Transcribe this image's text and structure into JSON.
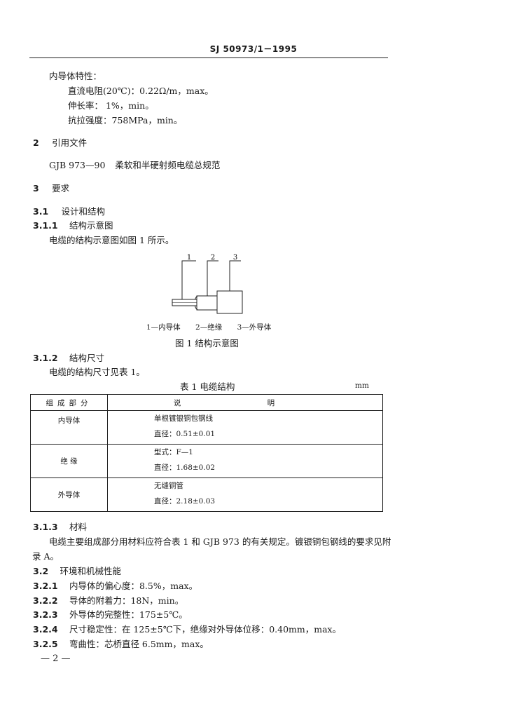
{
  "header": {
    "doc_code": "SJ 50973/1－1995"
  },
  "inner_conductor_spec": {
    "title": "内导体特性：",
    "items": [
      "直流电阻(20℃)：0.22Ω/m，max。",
      "伸长率：  1%，min。",
      "抗拉强度：758MPa，min。"
    ]
  },
  "section2": {
    "num": "2",
    "title": "引用文件",
    "ref_code": "GJB 973—90",
    "ref_title": "柔软和半硬射频电缆总规范"
  },
  "section3": {
    "num": "3",
    "title": "要求"
  },
  "s3_1": {
    "num": "3.1",
    "title": "设计和结构"
  },
  "s3_1_1": {
    "num": "3.1.1",
    "title": "结构示意图",
    "body": "电缆的结构示意图如图 1 所示。"
  },
  "figure1": {
    "callouts": [
      "1",
      "2",
      "3"
    ],
    "legend": [
      "1—内导体",
      "2—绝缘",
      "3—外导体"
    ],
    "caption": "图 1   结构示意图"
  },
  "s3_1_2": {
    "num": "3.1.2",
    "title": "结构尺寸",
    "body": "电缆的结构尺寸见表 1。"
  },
  "table1": {
    "caption": "表 1   电缆结构",
    "unit": "mm",
    "headers": [
      "组成部分",
      "说 明"
    ],
    "rows": [
      {
        "component": "内导体",
        "lines": [
          "单根镀银铜包钢线",
          "直径：0.51±0.01"
        ]
      },
      {
        "component": "绝  缘",
        "lines": [
          "型式：F—1",
          "直径：1.68±0.02"
        ]
      },
      {
        "component": "外导体",
        "lines": [
          "无缝铜管",
          "直径：2.18±0.03"
        ]
      }
    ]
  },
  "s3_1_3": {
    "num": "3.1.3",
    "title": "材料",
    "body_line1": "电缆主要组成部分用材料应符合表 1 和 GJB 973 的有关规定。镀银铜包钢线的要求见附",
    "body_line2": "录 A。"
  },
  "s3_2": {
    "num": "3.2",
    "title": "环境和机械性能"
  },
  "s3_2_items": [
    {
      "num": "3.2.1",
      "text": "内导体的偏心度：8.5%，max。"
    },
    {
      "num": "3.2.2",
      "text": "导体的附着力：18N，min。"
    },
    {
      "num": "3.2.3",
      "text": "外导体的完整性：175±5℃。"
    },
    {
      "num": "3.2.4",
      "text": "尺寸稳定性：在 125±5℃下，绝缘对外导体位移：0.40mm，max。"
    },
    {
      "num": "3.2.5",
      "text": "弯曲性：芯桥直径 6.5mm，max。"
    }
  ],
  "footer": {
    "page": "— 2 —"
  }
}
